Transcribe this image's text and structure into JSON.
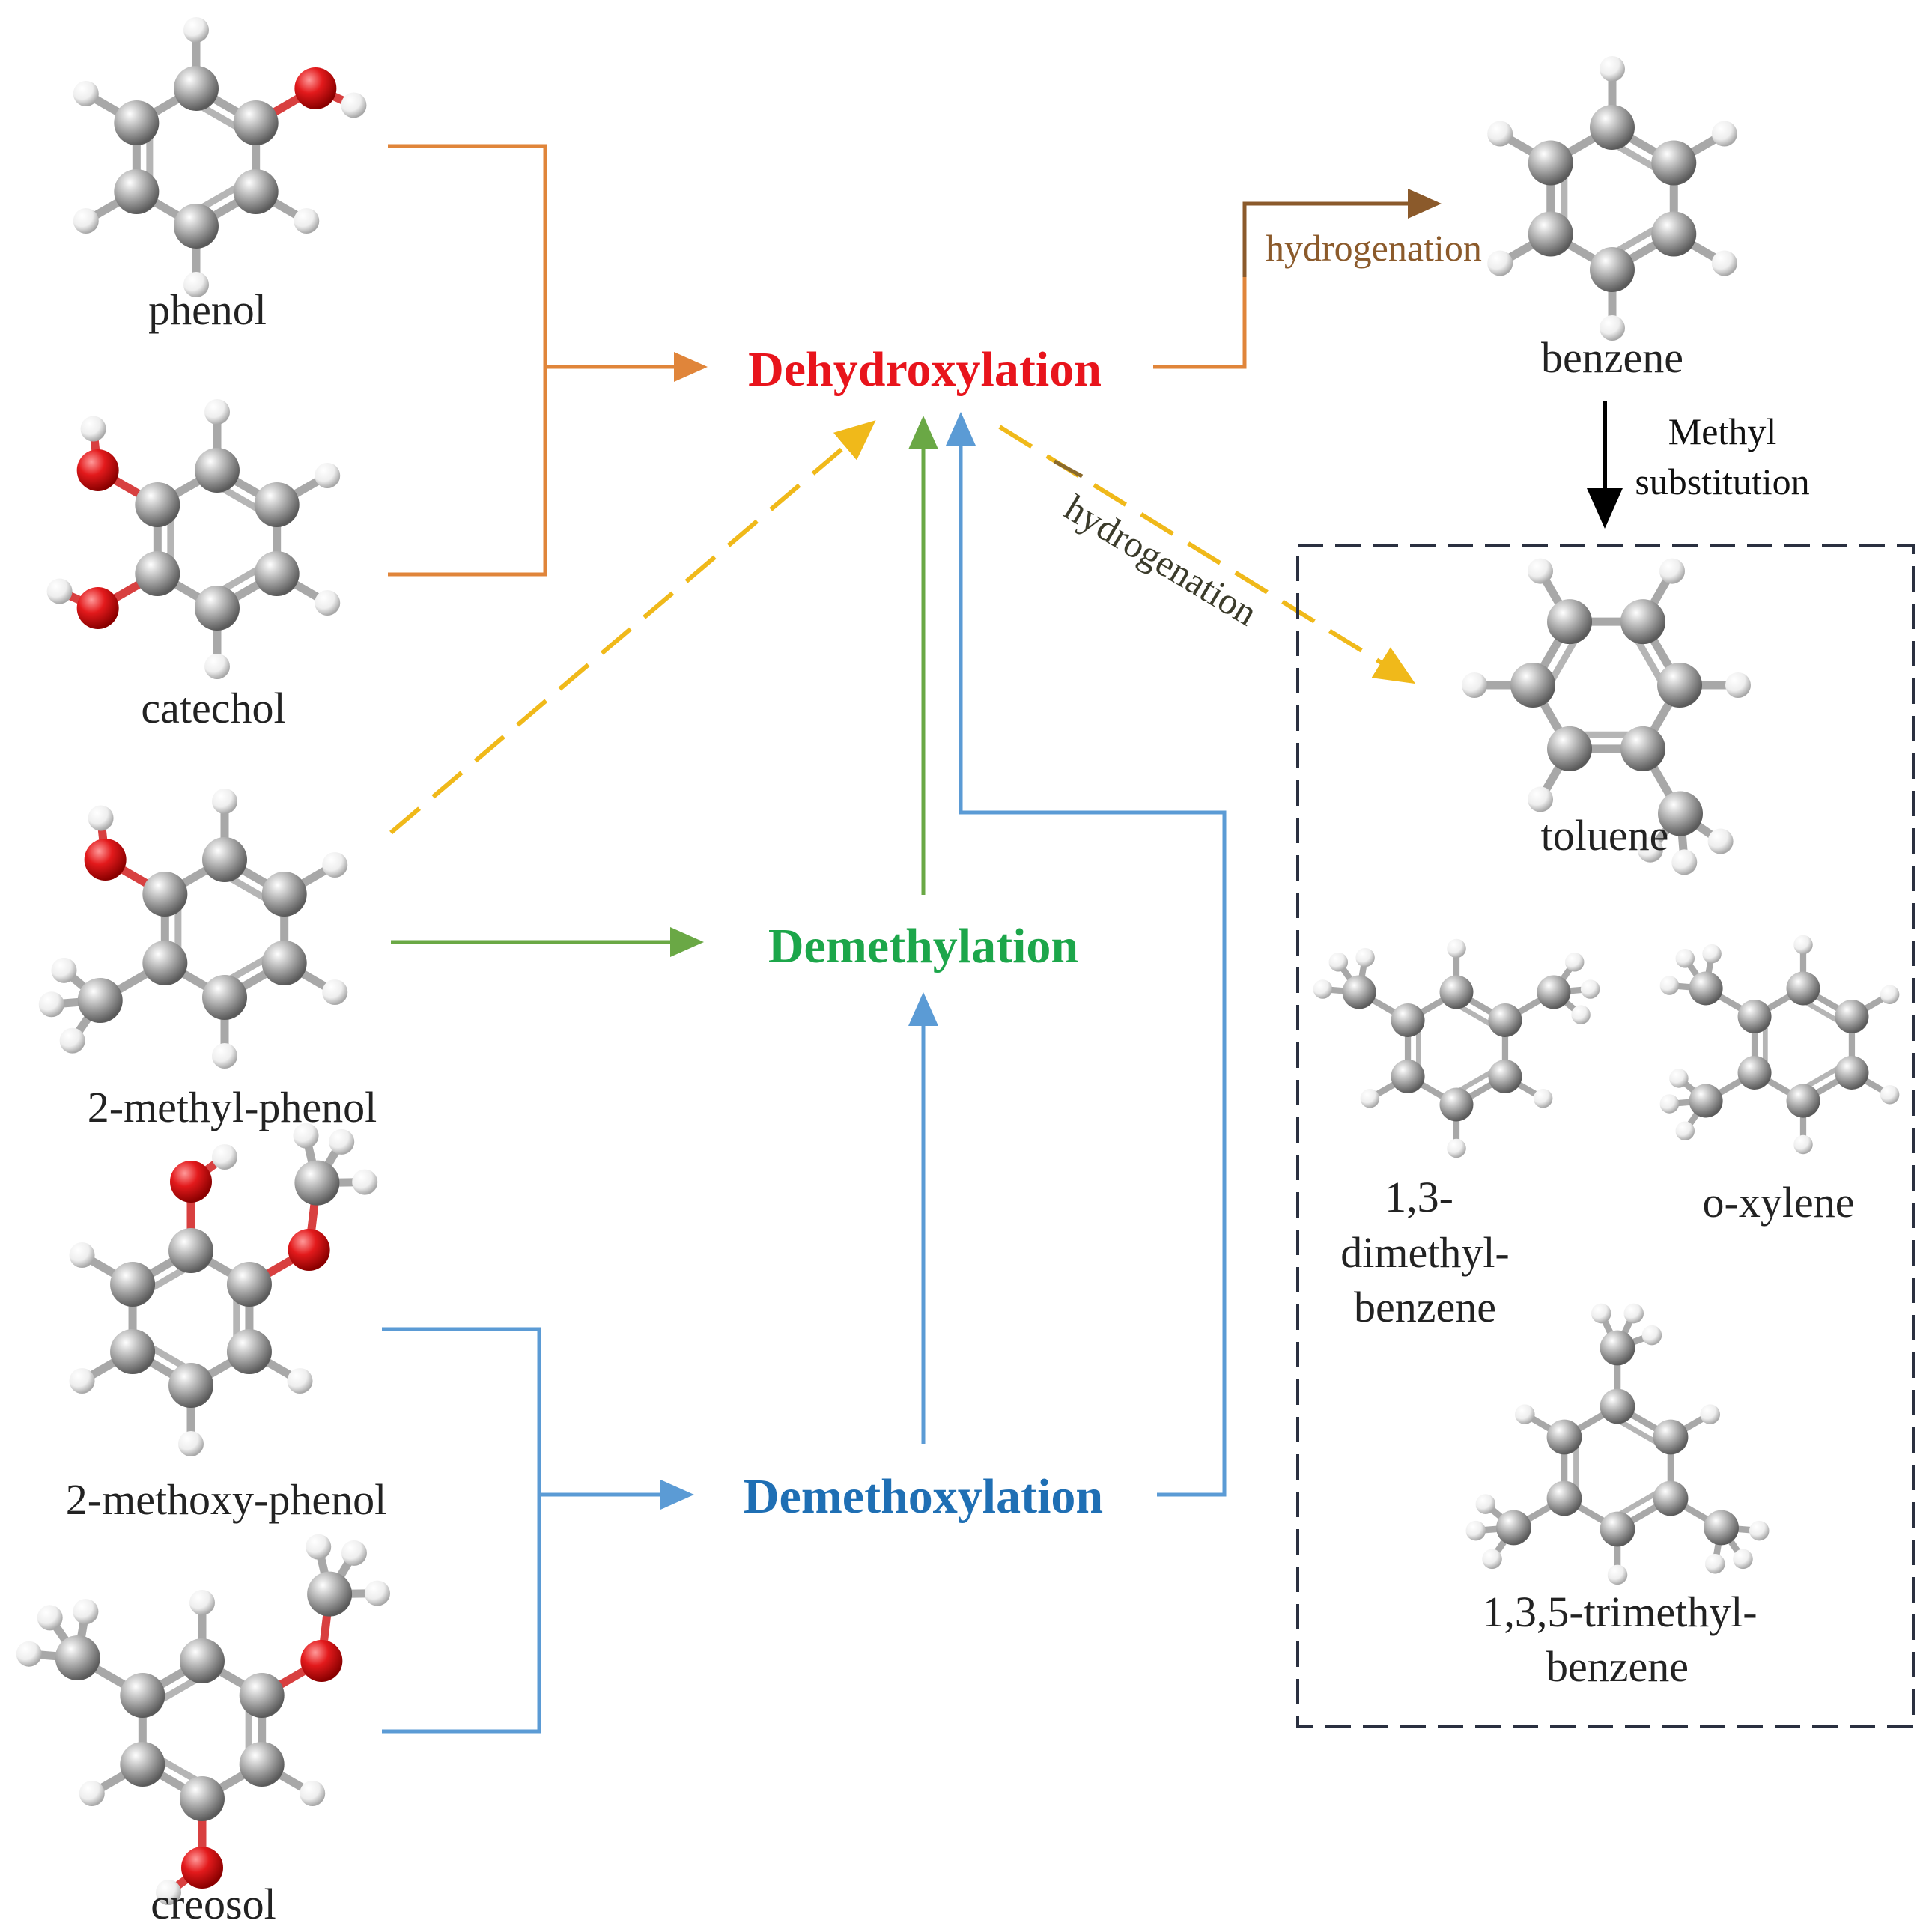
{
  "molecules": {
    "phenol": "phenol",
    "catechol": "catechol",
    "methylphenol": "2-methyl-phenol",
    "methoxyphenol": "2-methoxy-phenol",
    "creosol": "creosol",
    "benzene": "benzene",
    "toluene": "toluene",
    "dimethyl_line1": "1,3-",
    "dimethyl_line2": "dimethyl-",
    "dimethyl_line3": "benzene",
    "oxylene": "o-xylene",
    "trimethyl_line1": "1,3,5-trimethyl-",
    "trimethyl_line2": "benzene"
  },
  "processes": {
    "dehydroxylation": "Dehydroxylation",
    "demethylation": "Demethylation",
    "demethoxylation": "Demethoxylation"
  },
  "annotations": {
    "hydrogenation_top": "hydrogenation",
    "hydrogenation_diag": "hydrogenation",
    "methyl_line1": "Methyl",
    "methyl_line2": "substitution"
  },
  "colors": {
    "dehydroxylation": "#e8141c",
    "demethylation": "#1ca64a",
    "demethoxylation": "#1f6fb4",
    "orange_arrow": "#e0853a",
    "green_arrow": "#6aa845",
    "blue_arrow": "#5b9bd5",
    "yellow_dashed": "#f0b91a",
    "hydrogenation_brown": "#8b5a2b",
    "carbon": "#9a9a9a",
    "oxygen": "#e31a1c",
    "hydrogen": "#f2f2f2"
  }
}
